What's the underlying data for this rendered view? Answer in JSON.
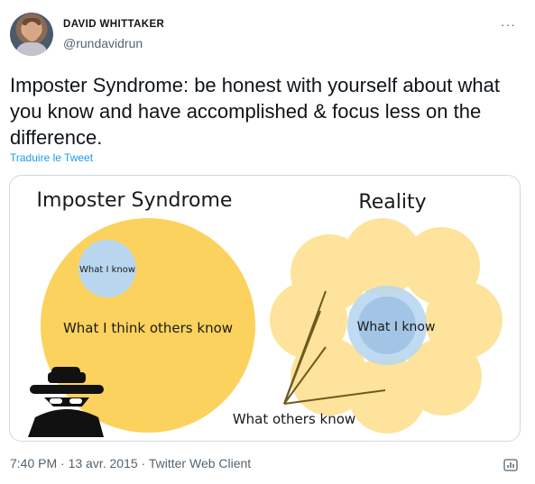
{
  "user": {
    "display_name": "DAVID WHITTAKER",
    "handle": "@rundavidrun"
  },
  "tweet": {
    "text": "Imposter Syndrome: be honest with yourself about what you know and have accomplished & focus less on the difference.",
    "translate_label": "Traduire le Tweet",
    "time": "7:40 PM",
    "date": "13 avr. 2015",
    "client": "Twitter Web Client",
    "separator": "·"
  },
  "image": {
    "left_title": "Imposter Syndrome",
    "left_inner_label": "What I know",
    "left_outer_label": "What I think others know",
    "right_title": "Reality",
    "right_center_label": "What I know",
    "right_outer_label": "What others know",
    "colors": {
      "yellow_big": "#fcd25e",
      "yellow_petal": "#fde193",
      "blue": "#b9d6ef",
      "blue_dark": "#8db8df",
      "line": "#6d5a1e"
    }
  },
  "icons": {
    "more": "more-horizontal-icon",
    "analytics": "tweet-analytics-icon"
  }
}
